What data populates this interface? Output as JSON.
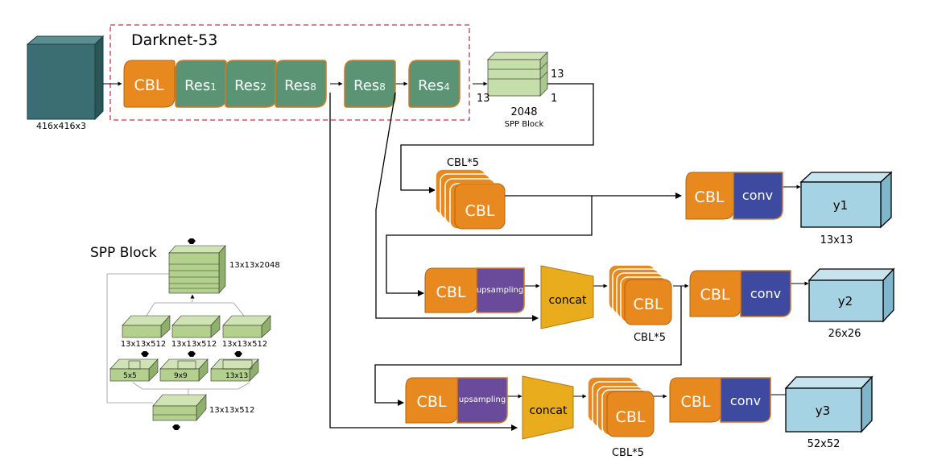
{
  "title": "Darknet-53",
  "input_label": "416x416x3",
  "backbone": {
    "cbl": "CBL",
    "res1": {
      "base": "Res",
      "sub": "1"
    },
    "res2": {
      "base": "Res",
      "sub": "2"
    },
    "res8a": {
      "base": "Res",
      "sub": "8"
    },
    "res8b": {
      "base": "Res",
      "sub": "8"
    },
    "res4": {
      "base": "Res",
      "sub": "4"
    }
  },
  "spp_top": {
    "dim_h": "13",
    "dim_w": "13",
    "dim_d": "1",
    "channels": "2048",
    "caption": "SPP Block"
  },
  "heads": {
    "h1": {
      "stack_caption": "CBL*5",
      "cbl": "CBL",
      "cbl2": "CBL",
      "conv": "conv",
      "out": "y1",
      "size": "13x13"
    },
    "h2": {
      "stack_caption": "CBL*5",
      "cbl": "CBL",
      "up_label": "upsampling",
      "concat": "concat",
      "cbl2": "CBL",
      "conv": "conv",
      "out": "y2",
      "size": "26x26",
      "stack_cbl": "CBL"
    },
    "h3": {
      "stack_caption": "CBL*5",
      "cbl": "CBL",
      "up_label": "upsampling",
      "concat": "concat",
      "cbl2": "CBL",
      "conv": "conv",
      "out": "y3",
      "size": "52x52",
      "stack_cbl": "CBL"
    }
  },
  "spp_detail": {
    "title": "SPP Block",
    "top_label": "13x13x2048",
    "mid_labels": [
      "13x13x512",
      "13x13x512",
      "13x13x512"
    ],
    "pool_labels": [
      "5x5",
      "9x9",
      "13x13"
    ],
    "bottom_label": "13x13x512"
  },
  "colors": {
    "cbl": "#e8891f",
    "res": "#5a9474",
    "upsampling": "#6a4a9b",
    "conv": "#3d4aa0",
    "concat": "#e8ac1c",
    "output": "#a6d3e4",
    "input": "#3a6e72",
    "spp_green": "#b3d08c",
    "dash": "#d32f4f"
  }
}
